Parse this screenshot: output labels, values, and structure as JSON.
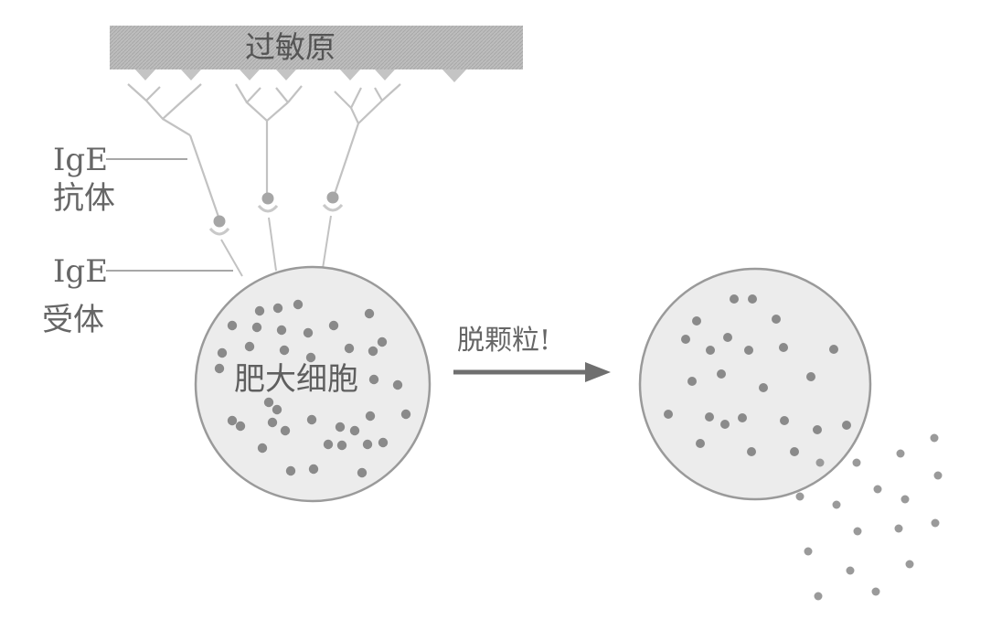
{
  "allergen_label": "过敏原",
  "ige_antibody_label_line1": "IgE",
  "ige_antibody_label_line2": "抗体",
  "ige_receptor_label_line1": "IgE",
  "ige_receptor_label_line2": "受体",
  "mast_cell_label": "肥大细胞",
  "arrow_label": "脱颗粒!",
  "colors": {
    "allergen_bar": "#b8b8b8",
    "cell_fill": "#ececec",
    "cell_stroke": "#9a9a9a",
    "granule": "#8a8a8a",
    "arrow": "#6f6f6f",
    "antibody_line": "#c2c2c2",
    "text": "#666666"
  }
}
